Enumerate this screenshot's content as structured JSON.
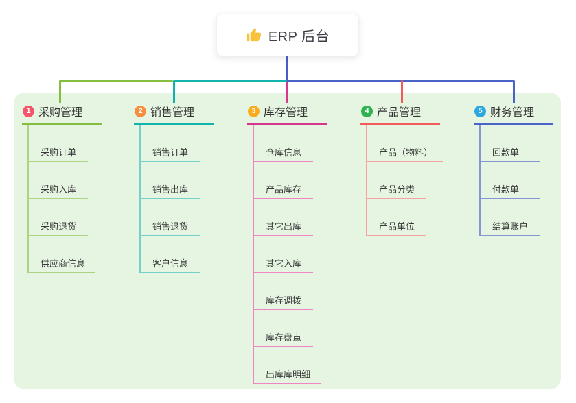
{
  "root": {
    "title": "ERP 后台",
    "icon": "thumbs-up-icon",
    "icon_color": "#f9c23c",
    "line_color": "#4a5cc6"
  },
  "panel_bg": "#e6f5e1",
  "branches": [
    {
      "num": "1",
      "label": "采购管理",
      "badge_color": "#f5556a",
      "line_color": "#85bd41",
      "child_line_color": "#abd57e",
      "children": [
        "采购订单",
        "采购入库",
        "采购退货",
        "供应商信息"
      ]
    },
    {
      "num": "2",
      "label": "销售管理",
      "badge_color": "#f78d3e",
      "line_color": "#12b3ab",
      "child_line_color": "#74d0c9",
      "children": [
        "销售订单",
        "销售出库",
        "销售退货",
        "客户信息"
      ]
    },
    {
      "num": "3",
      "label": "库存管理",
      "badge_color": "#fbab1e",
      "line_color": "#d8358f",
      "child_line_color": "#ef85c2",
      "children": [
        "仓库信息",
        "产品库存",
        "其它出库",
        "其它入库",
        "库存调拨",
        "库存盘点",
        "出库库明细"
      ]
    },
    {
      "num": "4",
      "label": "产品管理",
      "badge_color": "#2fb350",
      "line_color": "#f25b58",
      "child_line_color": "#f8a29f",
      "children": [
        "产品（物料）",
        "产品分类",
        "产品单位"
      ]
    },
    {
      "num": "5",
      "label": "财务管理",
      "badge_color": "#2ca7e2",
      "line_color": "#4a63c9",
      "child_line_color": "#8496d6",
      "children": [
        "回款单",
        "付款单",
        "结算账户"
      ]
    }
  ]
}
